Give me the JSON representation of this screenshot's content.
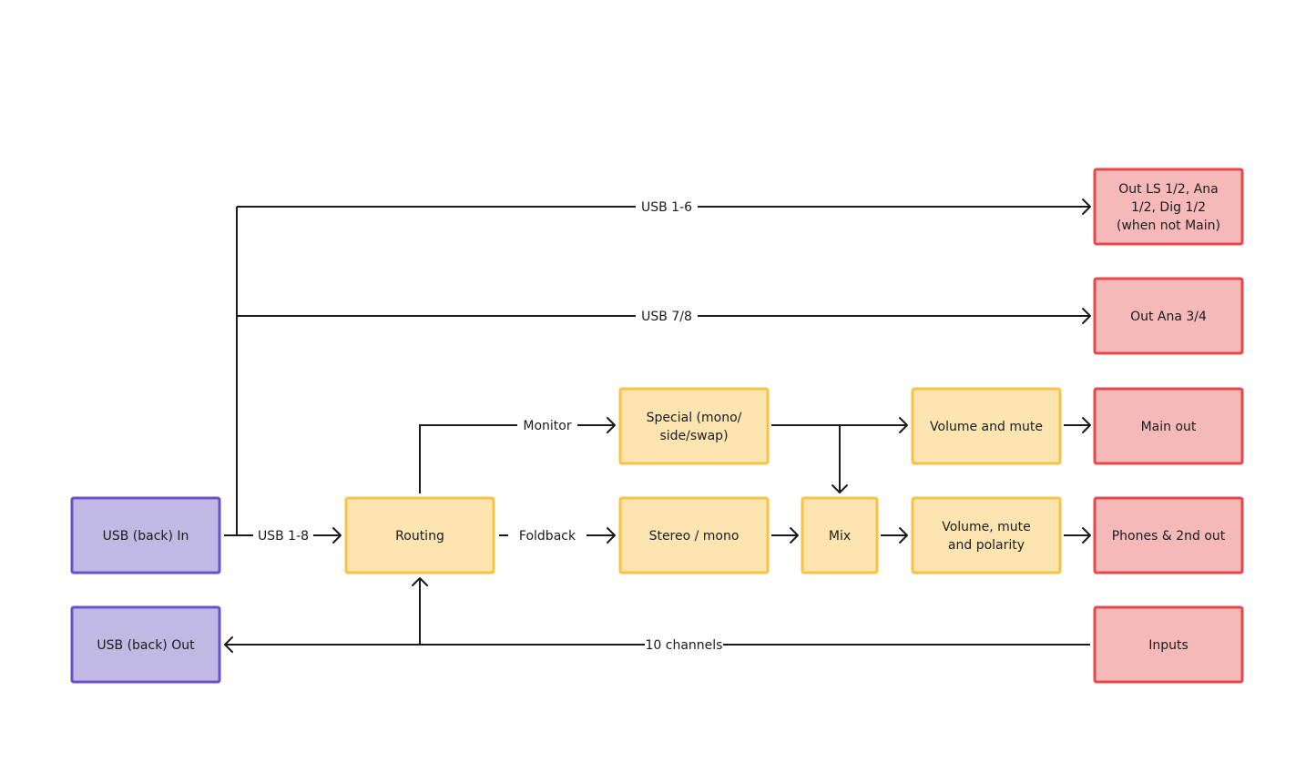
{
  "nodes": {
    "usb_in": {
      "lines": [
        "USB (back) In"
      ],
      "color": "#6a4fcf"
    },
    "usb_out": {
      "lines": [
        "USB (back) Out"
      ],
      "color": "#6a4fcf"
    },
    "routing": {
      "lines": [
        "Routing"
      ],
      "color": "#f6c343"
    },
    "special": {
      "lines": [
        "Special (mono/",
        "side/swap)"
      ],
      "color": "#f6c343"
    },
    "stereo_mono": {
      "lines": [
        "Stereo / mono"
      ],
      "color": "#f6c343"
    },
    "mix": {
      "lines": [
        "Mix"
      ],
      "color": "#f6c343"
    },
    "vol_mute": {
      "lines": [
        "Volume and mute"
      ],
      "color": "#f6c343"
    },
    "vol_mute_pol": {
      "lines": [
        "Volume, mute",
        "and polarity"
      ],
      "color": "#f6c343"
    },
    "out_ls": {
      "lines": [
        "Out LS 1/2, Ana",
        "1/2, Dig 1/2",
        "(when not Main)"
      ],
      "color": "#e8484b"
    },
    "out_ana": {
      "lines": [
        "Out Ana 3/4"
      ],
      "color": "#e8484b"
    },
    "main_out": {
      "lines": [
        "Main out"
      ],
      "color": "#e8484b"
    },
    "phones": {
      "lines": [
        "Phones & 2nd out"
      ],
      "color": "#e8484b"
    },
    "inputs": {
      "lines": [
        "Inputs"
      ],
      "color": "#e8484b"
    }
  },
  "edges": {
    "usb_1_6": "USB 1-6",
    "usb_7_8": "USB 7/8",
    "usb_1_8": "USB 1-8",
    "monitor": "Monitor",
    "foldback": "Foldback",
    "ten_channels": "10 channels"
  }
}
